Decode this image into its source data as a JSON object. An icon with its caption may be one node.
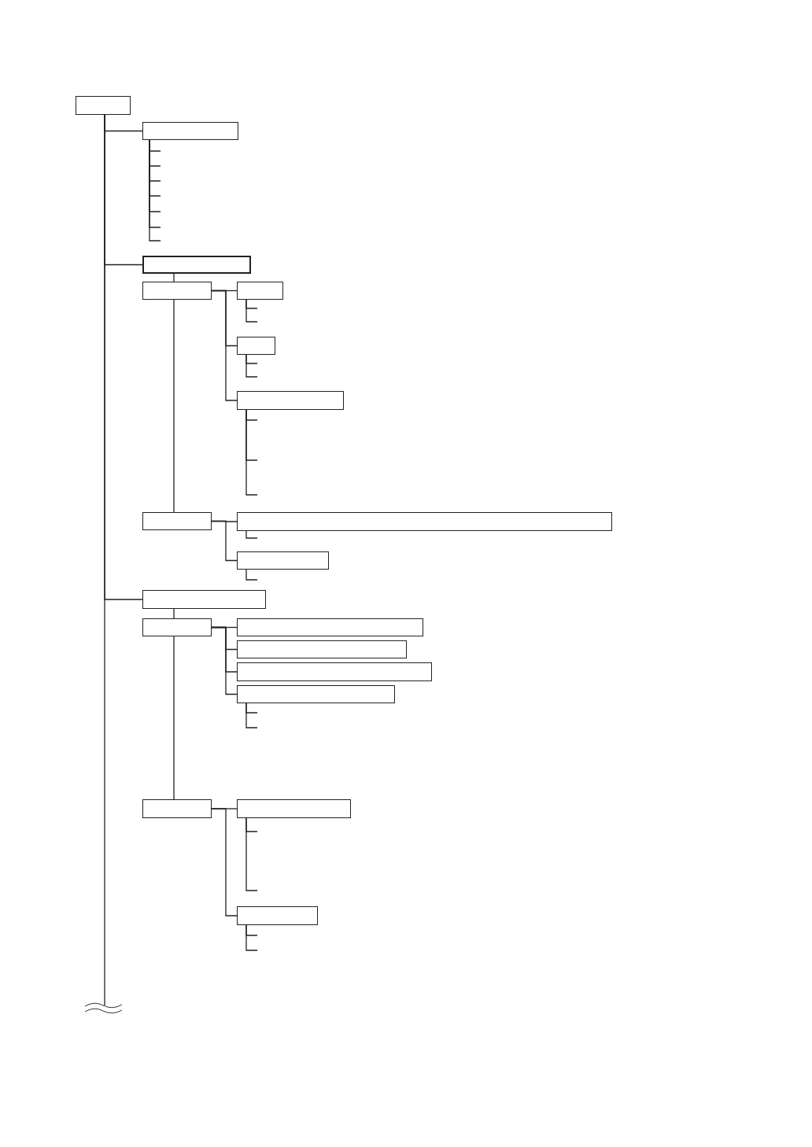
{
  "diagram": {
    "nodes": [
      {
        "text": [],
        "shape": "box"
      },
      {
        "text": [],
        "shape": "box"
      },
      {
        "text": [],
        "shape": "box"
      },
      {
        "text": [],
        "shape": "box"
      },
      {
        "text": [],
        "shape": "box"
      },
      {
        "text": [],
        "shape": "box"
      },
      {
        "text": [],
        "shape": "box"
      },
      {
        "text": [],
        "shape": "box"
      },
      {
        "text": [],
        "shape": "box"
      },
      {
        "text": [],
        "shape": "box"
      },
      {
        "text": [],
        "shape": "box"
      },
      {
        "text": [],
        "shape": "box"
      },
      {
        "text": [],
        "shape": "box"
      },
      {
        "text": [],
        "shape": "box"
      },
      {
        "text": [],
        "shape": "box"
      },
      {
        "text": [],
        "shape": "box"
      },
      {
        "text": [],
        "shape": "box"
      },
      {
        "text": [],
        "shape": "box"
      },
      {
        "text": [],
        "shape": "box"
      }
    ],
    "edges": [
      {
        "from": 0,
        "to": 1,
        "arrow": "none"
      },
      {
        "from": 1,
        "to": null,
        "arrow": "none"
      },
      {
        "from": 1,
        "to": null,
        "arrow": "none"
      },
      {
        "from": 1,
        "to": null,
        "arrow": "none"
      },
      {
        "from": 1,
        "to": null,
        "arrow": "none"
      },
      {
        "from": 1,
        "to": null,
        "arrow": "none"
      },
      {
        "from": 1,
        "to": null,
        "arrow": "none"
      },
      {
        "from": 1,
        "to": null,
        "arrow": "none"
      },
      {
        "from": 0,
        "to": 2,
        "arrow": "none"
      },
      {
        "from": 2,
        "to": 3,
        "arrow": "none"
      },
      {
        "from": 3,
        "to": 4,
        "arrow": "none"
      },
      {
        "from": 4,
        "to": null,
        "arrow": "none"
      },
      {
        "from": 4,
        "to": null,
        "arrow": "none"
      },
      {
        "from": 3,
        "to": 5,
        "arrow": "none"
      },
      {
        "from": 5,
        "to": null,
        "arrow": "none"
      },
      {
        "from": 5,
        "to": null,
        "arrow": "none"
      },
      {
        "from": 3,
        "to": 6,
        "arrow": "none"
      },
      {
        "from": 6,
        "to": null,
        "arrow": "none"
      },
      {
        "from": 6,
        "to": null,
        "arrow": "none"
      },
      {
        "from": 6,
        "to": null,
        "arrow": "none"
      },
      {
        "from": 3,
        "to": 7,
        "arrow": "none"
      },
      {
        "from": 7,
        "to": 8,
        "arrow": "none"
      },
      {
        "from": 8,
        "to": null,
        "arrow": "none"
      },
      {
        "from": 7,
        "to": 9,
        "arrow": "none"
      },
      {
        "from": 9,
        "to": null,
        "arrow": "none"
      },
      {
        "from": 0,
        "to": 10,
        "arrow": "none"
      },
      {
        "from": 10,
        "to": 11,
        "arrow": "none"
      },
      {
        "from": 11,
        "to": 12,
        "arrow": "none"
      },
      {
        "from": 11,
        "to": 13,
        "arrow": "none"
      },
      {
        "from": 11,
        "to": 14,
        "arrow": "none"
      },
      {
        "from": 11,
        "to": 15,
        "arrow": "none"
      },
      {
        "from": 15,
        "to": null,
        "arrow": "none"
      },
      {
        "from": 15,
        "to": null,
        "arrow": "none"
      },
      {
        "from": 11,
        "to": 16,
        "arrow": "none"
      },
      {
        "from": 16,
        "to": 17,
        "arrow": "none"
      },
      {
        "from": 17,
        "to": null,
        "arrow": "none"
      },
      {
        "from": 17,
        "to": null,
        "arrow": "none"
      },
      {
        "from": 16,
        "to": 18,
        "arrow": "none"
      },
      {
        "from": 18,
        "to": null,
        "arrow": "none"
      },
      {
        "from": 18,
        "to": null,
        "arrow": "none"
      },
      {
        "from": 0,
        "to": null,
        "arrow": "none"
      }
    ]
  }
}
